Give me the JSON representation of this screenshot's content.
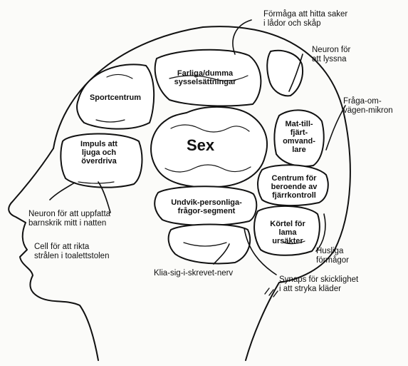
{
  "regions": {
    "sex": "Sex",
    "sport": "Sportcentrum",
    "farliga": "Farliga/dumma\nsysselsättningar",
    "impuls": "Impuls att\nljuga och\növerdriva",
    "mat": "Mat-till-\nfjärt-\nomvand-\nlare",
    "centrum": "Centrum för\nberoende av\nfjärrkontroll",
    "undvik": "Undvik-personliga-\nfrågor-segment",
    "kortel": "Körtel för\nlama\nursäkter"
  },
  "labels": {
    "formaga": "Förmåga att hitta saker\ni lådor och skåp",
    "lyssna": "Neuron för\natt lyssna",
    "fraga": "Fråga-om-\nvägen-mikron",
    "barnskrik": "Neuron för att uppfatta\nbarnskrik mitt i natten",
    "cell": "Cell för att rikta\nstrålen i toalettstolen",
    "klia": "Klia-sig-i-skrevet-nerv",
    "synaps": "Synaps för skicklighet\ni att stryka kläder",
    "husliga": "Husliga\nförmågor"
  }
}
